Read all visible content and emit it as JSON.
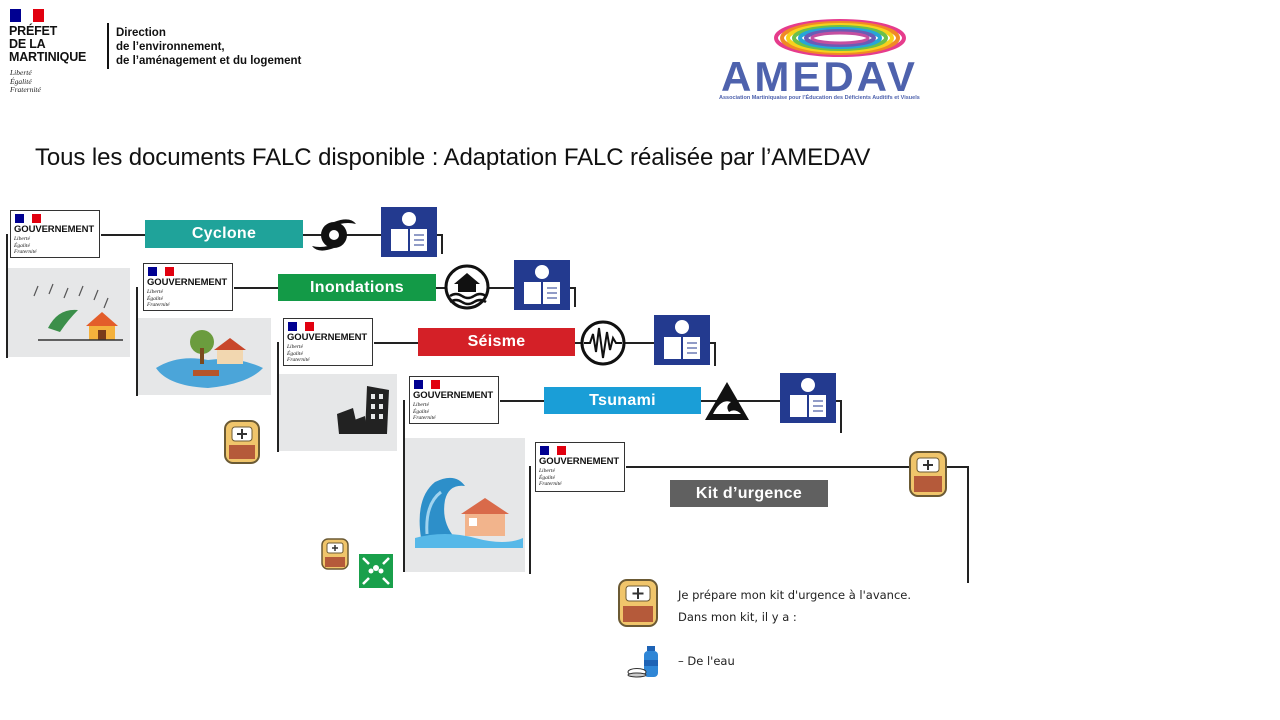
{
  "header": {
    "prefet_lines": [
      "PRÉFET",
      "DE LA",
      "MARTINIQUE"
    ],
    "motto_lines": [
      "Liberté",
      "Égalité",
      "Fraternité"
    ],
    "direction_lines": [
      "Direction",
      "de l’environnement,",
      "de l’aménagement et du logement"
    ]
  },
  "amedav": {
    "name": "AMEDAV",
    "subtitle": "Association Martiniquaise pour l’Éducation des Déficients Auditifs et Visuels"
  },
  "title": "Tous les documents FALC disponible : Adaptation FALC réalisée par l’AMEDAV",
  "gov_label": "GOUVERNEMENT",
  "gov_motto": [
    "Liberté",
    "Égalité",
    "Fraternité"
  ],
  "documents": [
    {
      "label": "Cyclone",
      "color": "#1fa39a",
      "icon": "cyclone-icon"
    },
    {
      "label": "Inondations",
      "color": "#139a47",
      "icon": "flood-icon"
    },
    {
      "label": "Séisme",
      "color": "#d42027",
      "icon": "seismograph-icon"
    },
    {
      "label": "Tsunami",
      "color": "#1a9ed7",
      "icon": "tsunami-icon"
    },
    {
      "label": "Kit d’urgence",
      "color": "#606060",
      "icon": "backpack-icon"
    }
  ],
  "kit": {
    "line1": "Je prépare mon kit d'urgence à l'avance.",
    "line2": "Dans mon kit, il y a :",
    "item1": "– De l'eau"
  },
  "colors": {
    "flag_blue": "#000091",
    "flag_red": "#e1000f",
    "falc_blue": "#233a8f",
    "amedav_blue": "#4e62ad"
  }
}
